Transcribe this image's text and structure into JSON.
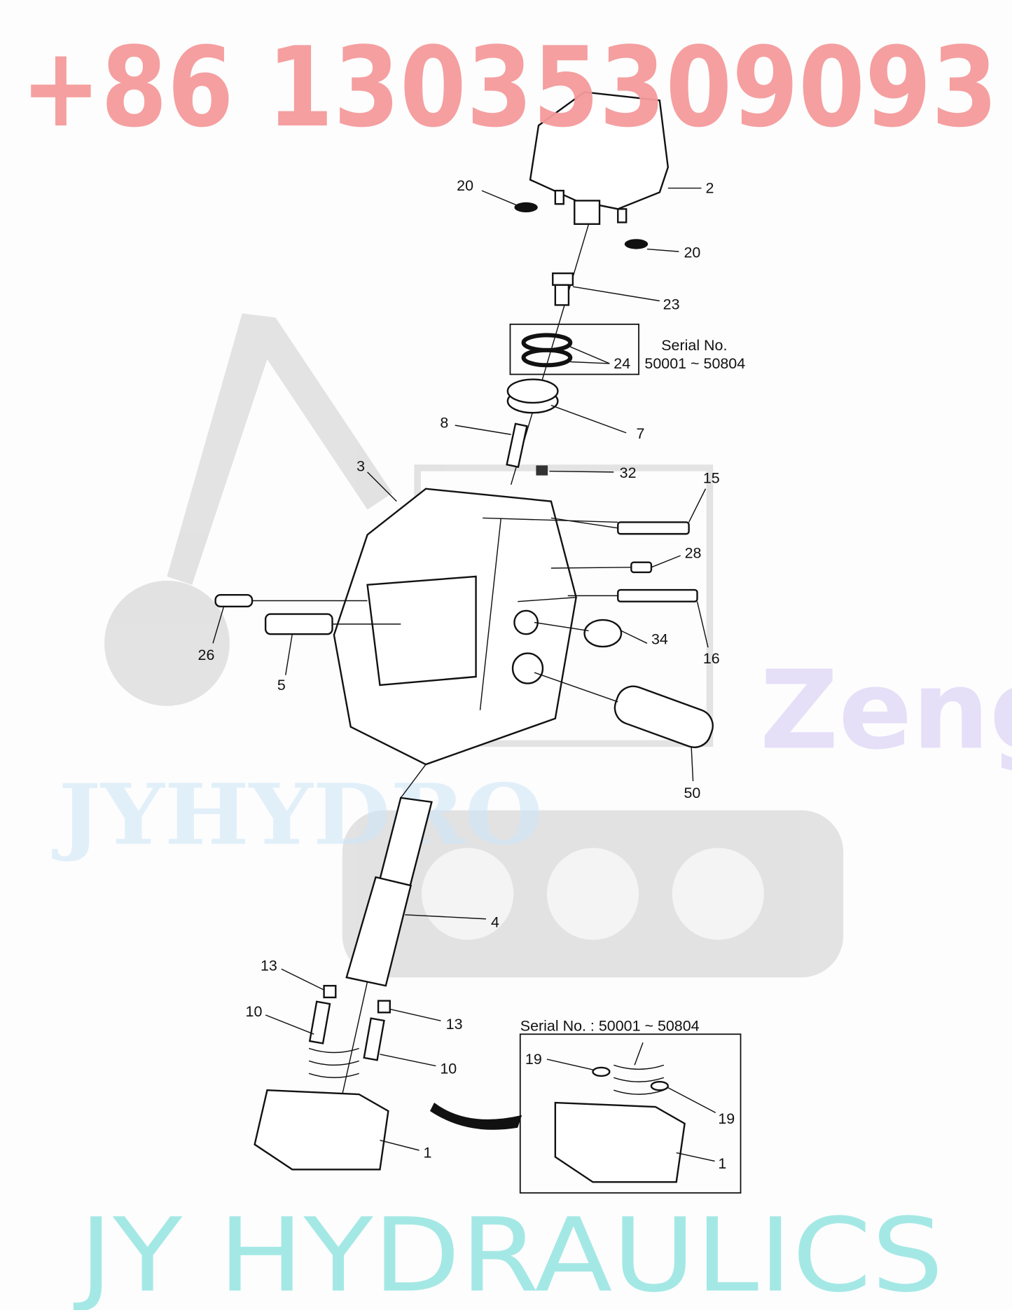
{
  "watermarks": {
    "phone": "+86 13035309093",
    "brand": "JY HYDRAULICS",
    "brand_faint": "JYHYDRO",
    "zeng": "Zeng"
  },
  "notes": {
    "serial_top_1": "Serial No.",
    "serial_top_2": "50001 ~ 50804",
    "serial_bottom": "Serial No. : 50001 ~ 50804"
  },
  "part_labels": [
    "20",
    "2",
    "20",
    "23",
    "24",
    "7",
    "8",
    "32",
    "15",
    "3",
    "28",
    "16",
    "26",
    "5",
    "34",
    "50",
    "4",
    "13",
    "10",
    "13",
    "10",
    "19",
    "19",
    "1",
    "1"
  ],
  "colors": {
    "line": "#111111",
    "phone_watermark": "#f59a9c",
    "brand_watermark": "#7fe0dc",
    "logo_grey": "#d9d9d9"
  }
}
